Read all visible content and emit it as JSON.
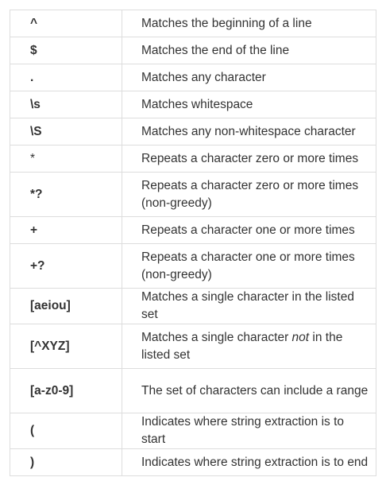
{
  "table": {
    "rows": [
      {
        "symbol": "^",
        "desc": "Matches the beginning of a line"
      },
      {
        "symbol": "$",
        "desc": "Matches the end of the line"
      },
      {
        "symbol": ".",
        "desc": "Matches any character"
      },
      {
        "symbol": "\\s",
        "desc": "Matches whitespace"
      },
      {
        "symbol": "\\S",
        "desc": "Matches any non-whitespace character"
      },
      {
        "symbol": "*",
        "desc": "Repeats a character zero or more times"
      },
      {
        "symbol": "*?",
        "desc": "Repeats a character zero or more times (non-greedy)"
      },
      {
        "symbol": "+",
        "desc": "Repeats a character one or more times"
      },
      {
        "symbol": "+?",
        "desc": "Repeats a character one or more times (non-greedy)"
      },
      {
        "symbol": "[aeiou]",
        "desc": "Matches a single character in the listed set"
      },
      {
        "symbol": "[^XYZ]",
        "desc_before": "Matches a single character ",
        "desc_em": "not",
        "desc_after": " in the listed set"
      },
      {
        "symbol": "[a-z0-9]",
        "desc": "The set of characters can include a range"
      },
      {
        "symbol": "(",
        "desc": "Indicates where string extraction is to start"
      },
      {
        "symbol": ")",
        "desc": "Indicates where string extraction is to end"
      }
    ]
  }
}
